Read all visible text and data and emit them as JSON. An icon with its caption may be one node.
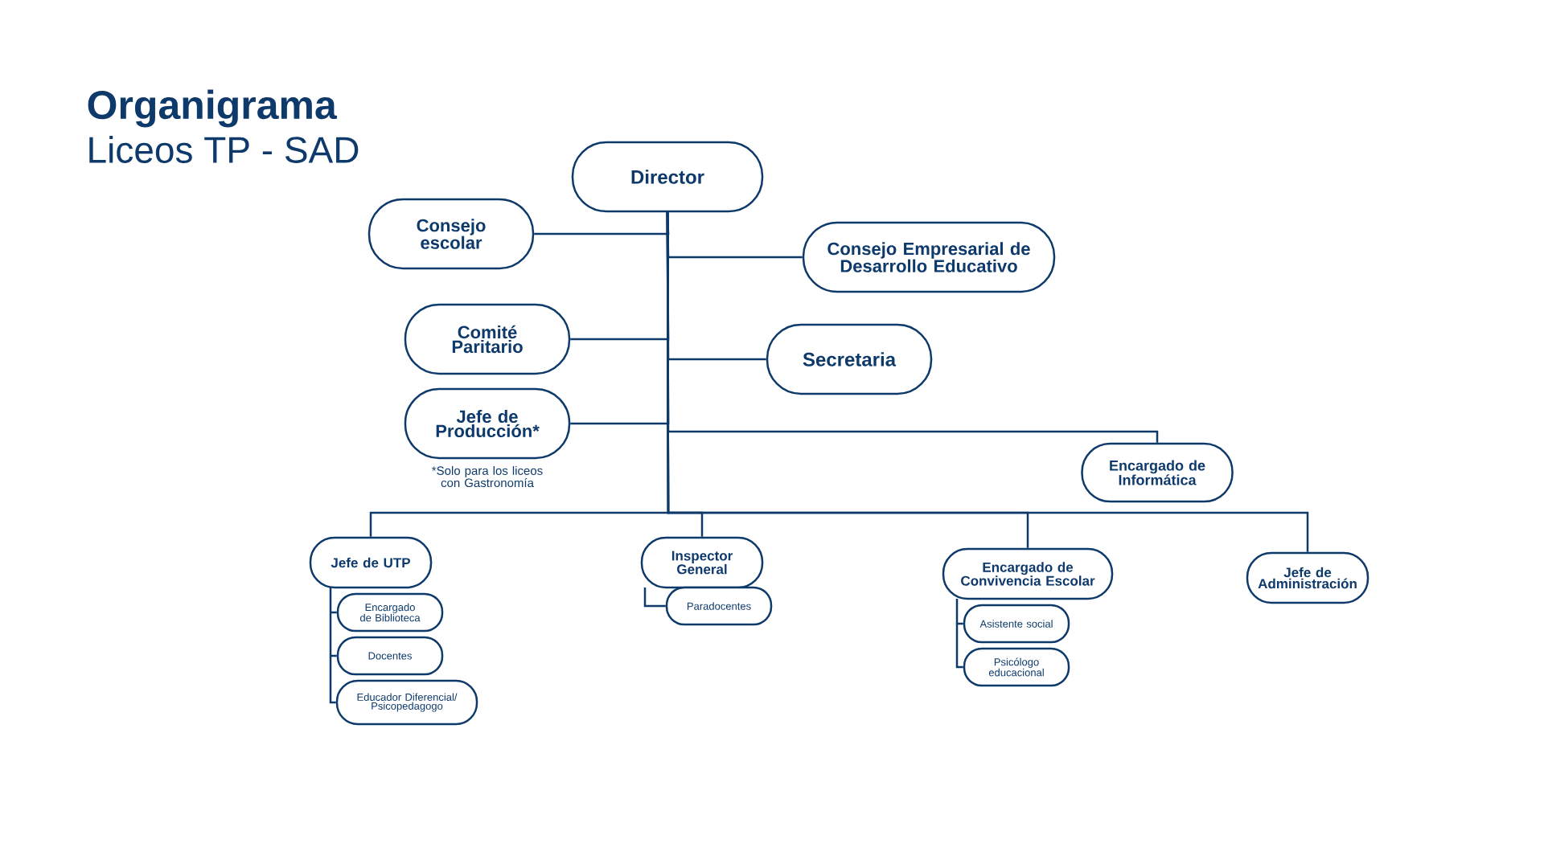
{
  "diagram": {
    "title": "Organigrama",
    "nodes": [
      {
        "text": [
          "Director"
        ]
      },
      {
        "text": [
          "Consejo escolar"
        ]
      },
      {
        "text": [
          "Consejo Empresarial de Desarrollo Educativo"
        ]
      },
      {
        "text": [
          "Comité Paritario"
        ]
      },
      {
        "text": [
          "Secretaria"
        ]
      },
      {
        "text": [
          "Jefe de Producción*"
        ],
        "beside": [
          "*Solo para los liceos con Gastronomía"
        ]
      },
      {
        "text": [
          "Encargado de Informática"
        ]
      },
      {
        "text": [
          "Jefe de UTP"
        ]
      },
      {
        "text": [
          "Encargado de Biblioteca"
        ]
      },
      {
        "text": [
          "Docentes"
        ]
      },
      {
        "text": [
          "Educador Diferencial/ Psicopedagogo"
        ]
      },
      {
        "text": [
          "Inspector General"
        ]
      },
      {
        "text": [
          "Paradocentes"
        ]
      },
      {
        "text": [
          "Encargado de Convivencia Escolar"
        ]
      },
      {
        "text": [
          "Asistente social"
        ]
      },
      {
        "text": [
          "Psicólogo educacional"
        ]
      },
      {
        "text": [
          "Jefe de Administración"
        ]
      }
    ],
    "edges": [
      {
        "from": 0,
        "to": 1,
        "arrow": "none"
      },
      {
        "from": 0,
        "to": 2,
        "arrow": "none"
      },
      {
        "from": 0,
        "to": 3,
        "arrow": "none"
      },
      {
        "from": 0,
        "to": 4,
        "arrow": "none"
      },
      {
        "from": 0,
        "to": 5,
        "arrow": "none"
      },
      {
        "from": 0,
        "to": 6,
        "arrow": "none"
      },
      {
        "from": 0,
        "to": 7,
        "arrow": "none"
      },
      {
        "from": 0,
        "to": 11,
        "arrow": "none"
      },
      {
        "from": 0,
        "to": 13,
        "arrow": "none"
      },
      {
        "from": 0,
        "to": 16,
        "arrow": "none"
      },
      {
        "from": 7,
        "to": 8,
        "arrow": "none"
      },
      {
        "from": 7,
        "to": 9,
        "arrow": "none"
      },
      {
        "from": 7,
        "to": 10,
        "arrow": "none"
      },
      {
        "from": 11,
        "to": 12,
        "arrow": "none"
      },
      {
        "from": 13,
        "to": 14,
        "arrow": "none"
      },
      {
        "from": 13,
        "to": 15,
        "arrow": "none"
      }
    ],
    "labels": [
      "Liceos TP - SAD"
    ]
  }
}
